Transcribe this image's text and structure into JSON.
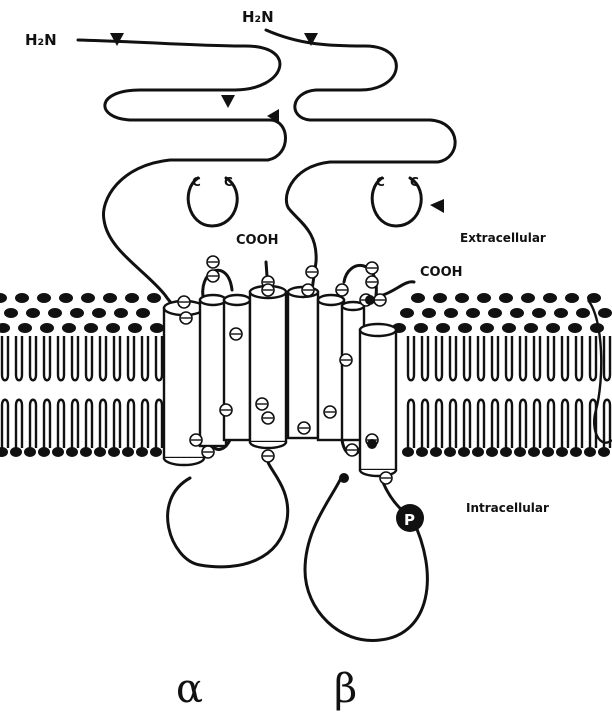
{
  "labels": {
    "alpha_n_terminus": "H₂N",
    "beta_n_terminus": "H₂N",
    "alpha_c_terminus": "COOH",
    "beta_c_terminus": "COOH",
    "extracellular": "Extracellular",
    "intracellular": "Intracellular",
    "phosphate": "P",
    "cysteine": "C",
    "alpha_subunit": "α",
    "beta_subunit": "β"
  },
  "colors": {
    "line": "#111111",
    "background": "#ffffff"
  }
}
